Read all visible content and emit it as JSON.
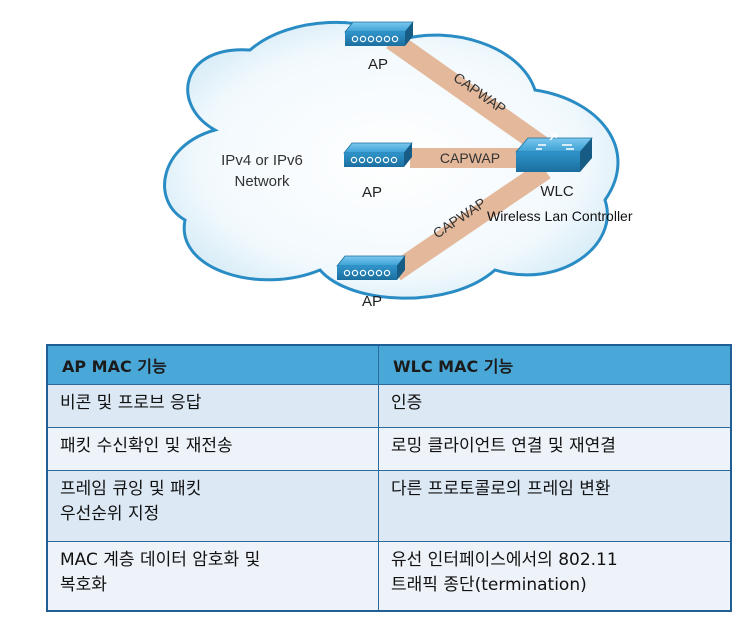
{
  "diagram": {
    "cloud_label_line1": "IPv4 or IPv6",
    "cloud_label_line2": "Network",
    "ap_top_label": "AP",
    "ap_mid_label": "AP",
    "ap_bottom_label": "AP",
    "wlc_label": "WLC",
    "wlc_caption": "Wireless Lan Controller",
    "link_top_label": "CAPWAP",
    "link_mid_label": "CAPWAP",
    "link_bottom_label": "CAPWAP",
    "colors": {
      "cloud_stroke": "#2a8cc4",
      "link": "#e4b89a",
      "device": "#2f93c9"
    }
  },
  "table": {
    "headers": [
      "AP MAC 기능",
      "WLC MAC 기능"
    ],
    "rows": [
      {
        "ap": "비콘 및 프로브 응답",
        "wlc": "인증"
      },
      {
        "ap": "패킷 수신확인 및 재전송",
        "wlc": "로밍 클라이언트 연결 및 재연결"
      },
      {
        "ap": "프레임 큐잉 및 패킷\n우선순위 지정",
        "wlc": "다른 프로토콜로의 프레임 변환"
      },
      {
        "ap": "MAC 계층 데이터 암호화 및\n복호화",
        "wlc": "유선 인터페이스에서의 802.11\n트래픽 종단(termination)"
      }
    ],
    "colors": {
      "header_bg": "#4aa8d8",
      "row_bg": "#dce9f5",
      "border": "#1f5f95"
    }
  }
}
